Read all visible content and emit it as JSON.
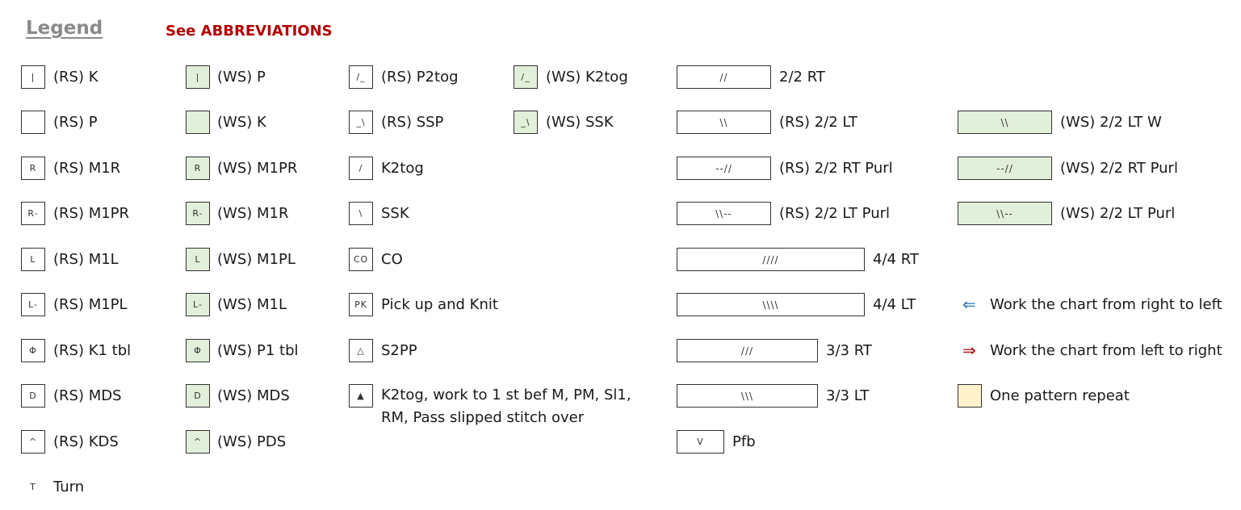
{
  "header": {
    "title": "Legend",
    "abbreviations_link": "See ABBREVIATIONS"
  },
  "col1": [
    {
      "sym": "|",
      "label": "(RS) K"
    },
    {
      "sym": "",
      "label": "(RS) P"
    },
    {
      "sym": "R",
      "label": "(RS) M1R"
    },
    {
      "sym": "R-",
      "label": "(RS) M1PR"
    },
    {
      "sym": "L",
      "label": "(RS) M1L"
    },
    {
      "sym": "L-",
      "label": "(RS) M1PL"
    },
    {
      "sym": "Φ",
      "label": "(RS) K1 tbl"
    },
    {
      "sym": "D",
      "label": "(RS) MDS"
    },
    {
      "sym": "^",
      "label": "(RS) KDS"
    },
    {
      "sym": "T",
      "label": "Turn"
    }
  ],
  "col2": [
    {
      "sym": "|",
      "label": "(WS) P"
    },
    {
      "sym": "",
      "label": "(WS) K"
    },
    {
      "sym": "R",
      "label": "(WS) M1PR"
    },
    {
      "sym": "R-",
      "label": "(WS) M1R"
    },
    {
      "sym": "L",
      "label": "(WS) M1PL"
    },
    {
      "sym": "L-",
      "label": "(WS) M1L"
    },
    {
      "sym": "Φ",
      "label": "(WS) P1 tbl"
    },
    {
      "sym": "D",
      "label": "(WS) MDS"
    },
    {
      "sym": "^",
      "label": "(WS) PDS"
    }
  ],
  "col3": [
    {
      "sym": "/_",
      "label": "(RS) P2tog"
    },
    {
      "sym": "_\\",
      "label": "(RS) SSP"
    },
    {
      "sym": "/",
      "label": "K2tog"
    },
    {
      "sym": "\\",
      "label": "SSK"
    },
    {
      "sym": "CO",
      "label": "CO"
    },
    {
      "sym": "PK",
      "label": "Pick up and Knit"
    },
    {
      "sym": "△",
      "label": "S2PP"
    },
    {
      "sym": "▲",
      "label": "K2tog, work to 1 st bef M, PM, Sl1, RM, Pass slipped stitch over"
    }
  ],
  "col4": [
    {
      "sym": "/_",
      "label": "(WS) K2tog"
    },
    {
      "sym": "_\\",
      "label": "(WS) SSK"
    }
  ],
  "col5": [
    {
      "sym": "//",
      "label": "2/2 RT"
    },
    {
      "sym": "\\\\",
      "label": "(RS) 2/2 LT"
    },
    {
      "sym": "--//",
      "label": "(RS) 2/2 RT Purl"
    },
    {
      "sym": "\\\\--",
      "label": "(RS) 2/2 LT Purl"
    },
    {
      "sym": "////",
      "label": "4/4 RT"
    },
    {
      "sym": "\\\\\\\\",
      "label": "4/4 LT"
    },
    {
      "sym": "///",
      "label": "3/3 RT"
    },
    {
      "sym": "\\\\\\",
      "label": "3/3 LT"
    },
    {
      "sym": "V",
      "label": "Pfb"
    }
  ],
  "col6": [
    {
      "sym": "\\\\",
      "label": "(WS) 2/2 LT W"
    },
    {
      "sym": "--//",
      "label": "(WS) 2/2 RT Purl"
    },
    {
      "sym": "\\\\--",
      "label": "(WS) 2/2 LT Purl"
    }
  ],
  "directions": [
    {
      "arrow": "⇐",
      "label": "Work the chart from right to left",
      "color": "#2e75b6"
    },
    {
      "arrow": "⇒",
      "label": "Work the chart from left to right",
      "color": "#c00000"
    }
  ],
  "repeat": {
    "label": "One pattern repeat",
    "color": "#fff2cc"
  },
  "colors": {
    "ws_fill": "#e2efda",
    "title": "#8a8a8a",
    "link": "#b30000"
  }
}
